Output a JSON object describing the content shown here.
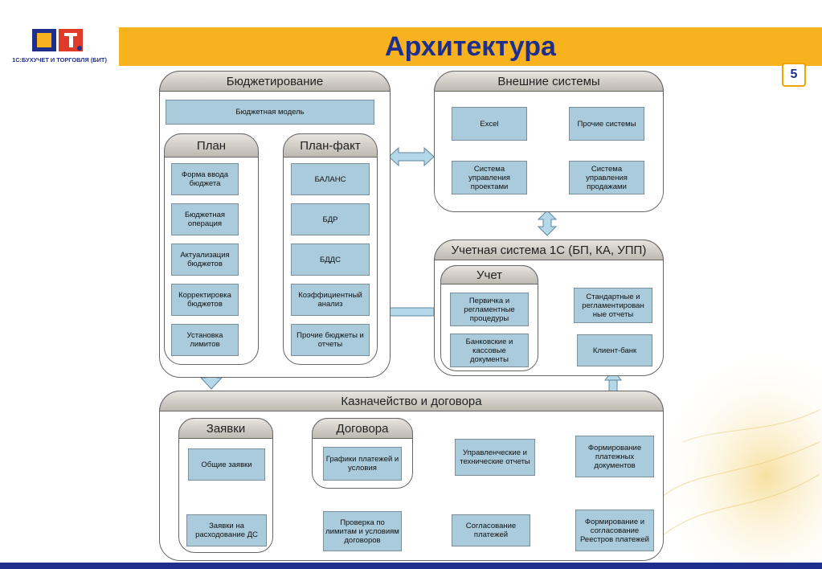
{
  "header": {
    "title": "Архитектура",
    "page_number": "5",
    "logo_caption": "1С:БУХУЧЕТ И ТОРГОВЛЯ (БИТ)",
    "colors": {
      "accent_orange": "#f7b21d",
      "brand_blue": "#1f2f8c",
      "box_fill": "#aacbdb"
    }
  },
  "budget": {
    "title": "Бюджетирование",
    "model": "Бюджетная модель",
    "plan": {
      "title": "План",
      "items": [
        "Форма ввода бюджета",
        "Бюджетная операция",
        "Актуализация бюджетов",
        "Корректировка бюджетов",
        "Установка лимитов"
      ]
    },
    "planfact": {
      "title": "План-факт",
      "items": [
        "БАЛАНС",
        "БДР",
        "БДДС",
        "Коэффициентный анализ",
        "Прочие бюджеты и отчеты"
      ]
    }
  },
  "external": {
    "title": "Внешние системы",
    "items": [
      "Excel",
      "Прочие системы",
      "Система управления проектами",
      "Система управления продажами"
    ]
  },
  "accounting": {
    "title": "Учетная система 1С (БП, КА, УПП)",
    "inner_title": "Учет",
    "primary": "Первичка и регламентные процедуры",
    "bank_docs": "Банковские и кассовые документы",
    "std_reports": "Стандартные и регламентирован ные отчеты",
    "client_bank": "Клиент-банк"
  },
  "treasury": {
    "title": "Казначейство и договора",
    "requests": {
      "title": "Заявки",
      "general": "Общие заявки",
      "spend": "Заявки на расходование ДС"
    },
    "contracts": {
      "title": "Договора",
      "schedules": "Графики платежей и условия"
    },
    "check": "Проверка по лимитам и условиям договоров",
    "approval": "Согласование платежей",
    "registry": "Формирование и согласование Реестров платежей",
    "payment_docs": "Формирование платежных документов",
    "mgmt_reports": "Управленческие и технические отчеты"
  }
}
